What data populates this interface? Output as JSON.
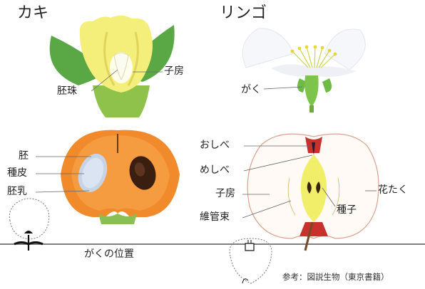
{
  "titles": {
    "left": "カキ",
    "right": "リンゴ"
  },
  "labels": {
    "kaki_flower": {
      "ovary": "子房",
      "ovule": "胚珠"
    },
    "ringo_flower": {
      "calyx": "がく"
    },
    "kaki_fruit": {
      "embryo": "胚",
      "seed_coat": "種皮",
      "endosperm": "胚乳"
    },
    "ringo_fruit": {
      "stamen": "おしべ",
      "pistil": "めしべ",
      "ovary": "子房",
      "vascular": "維管束",
      "receptacle": "花たく",
      "seed": "種子"
    },
    "calyx_position": "がくの位置"
  },
  "reference": "参考：図説生物（東京書籍）",
  "colors": {
    "kaki_flesh": "#f08a2a",
    "kaki_leaf": "#5aa845",
    "ringo_skin": "#c8312c",
    "ringo_core": "#f1ee6a",
    "baseline": "#555555"
  }
}
